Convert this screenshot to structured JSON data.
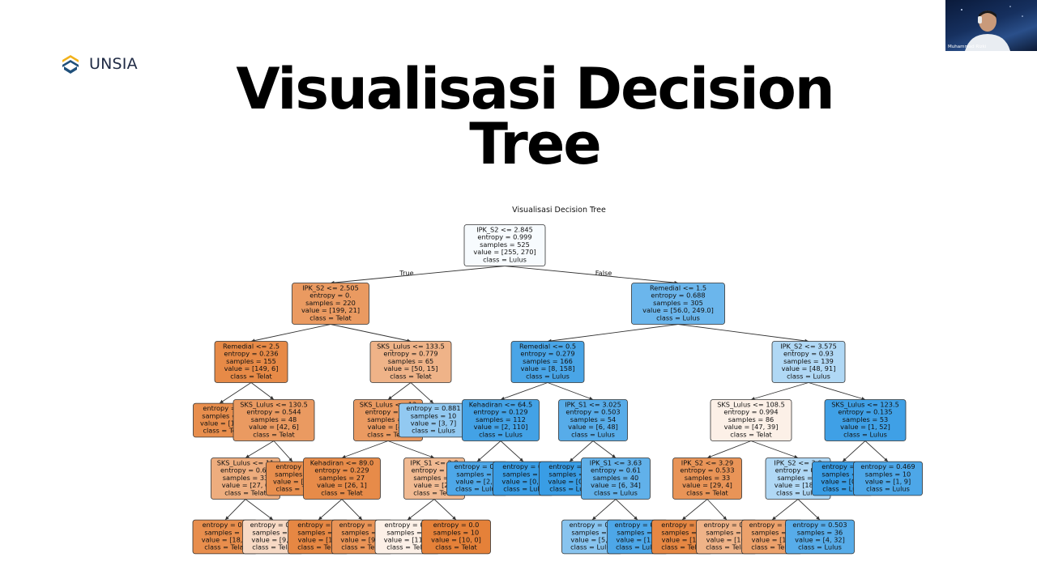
{
  "header": {
    "logo_text": "UNSIA",
    "title_line1": "Visualisasi Decision",
    "title_line2": "Tree"
  },
  "video_call": {
    "participant_name": "Muhammad Rizki"
  },
  "chart_data": {
    "type": "tree",
    "title": "Visualisasi Decision Tree",
    "edge_labels": [
      "True",
      "False"
    ],
    "colors": {
      "telat": "#e58139",
      "lulus": "#399de5",
      "border": "#333333"
    },
    "nodes": [
      {
        "id": "n0",
        "depth": 0,
        "lines": [
          "IPK_S2 <= 2.845",
          "entropy = 0.999",
          "samples = 525",
          "value = [255, 270]",
          "class = Lulus"
        ],
        "class": "Lulus",
        "purity": 0.03
      },
      {
        "id": "n1",
        "depth": 1,
        "parent": "n0",
        "lines": [
          "IPK_S2 <= 2.505",
          "entropy = 0.",
          "samples = 220",
          "value = [199, 21]",
          "class = Telat"
        ],
        "class": "Telat",
        "purity": 0.8
      },
      {
        "id": "n2",
        "depth": 1,
        "parent": "n0",
        "lines": [
          "Remedial <= 1.5",
          "entropy = 0.688",
          "samples = 305",
          "value = [56.0, 249.0]",
          "class = Lulus"
        ],
        "class": "Lulus",
        "purity": 0.75
      },
      {
        "id": "n3",
        "depth": 2,
        "parent": "n1",
        "lines": [
          "Remedial <= 2.5",
          "entropy = 0.236",
          "samples = 155",
          "value = [149, 6]",
          "class = Telat"
        ],
        "class": "Telat",
        "purity": 0.93
      },
      {
        "id": "n4",
        "depth": 2,
        "parent": "n1",
        "lines": [
          "SKS_Lulus <= 133.5",
          "entropy = 0.779",
          "samples = 65",
          "value = [50, 15]",
          "class = Telat"
        ],
        "class": "Telat",
        "purity": 0.6
      },
      {
        "id": "n5",
        "depth": 2,
        "parent": "n2",
        "lines": [
          "Remedial <= 0.5",
          "entropy = 0.279",
          "samples = 166",
          "value = [8, 158]",
          "class = Lulus"
        ],
        "class": "Lulus",
        "purity": 0.92
      },
      {
        "id": "n6",
        "depth": 2,
        "parent": "n2",
        "lines": [
          "IPK_S2 <= 3.575",
          "entropy = 0.93",
          "samples = 139",
          "value = [48, 91]",
          "class = Lulus"
        ],
        "class": "Lulus",
        "purity": 0.4
      },
      {
        "id": "n7",
        "depth": 3,
        "parent": "n3",
        "lines": [
          "entropy =",
          "samples =",
          "value = [10",
          "class = Te"
        ],
        "class": "Telat",
        "purity": 0.9
      },
      {
        "id": "n8",
        "depth": 3,
        "parent": "n3",
        "lines": [
          "SKS_Lulus <= 130.5",
          "entropy = 0.544",
          "samples = 48",
          "value = [42, 6]",
          "class = Telat"
        ],
        "class": "Telat",
        "purity": 0.8
      },
      {
        "id": "n9",
        "depth": 3,
        "parent": "n4",
        "lines": [
          "SKS_Lulus <= 13",
          "entropy = 0.5",
          "samples = 5",
          "value = [47,",
          "class = Telat"
        ],
        "class": "Telat",
        "purity": 0.8
      },
      {
        "id": "n10",
        "depth": 3,
        "parent": "n4",
        "lines": [
          "entropy = 0.881",
          "samples = 10",
          "value = [3, 7]",
          "class = Lulus"
        ],
        "class": "Lulus",
        "purity": 0.55
      },
      {
        "id": "n11",
        "depth": 3,
        "parent": "n5",
        "lines": [
          "Kehadiran <= 64.5",
          "entropy = 0.129",
          "samples = 112",
          "value = [2, 110]",
          "class = Lulus"
        ],
        "class": "Lulus",
        "purity": 0.95
      },
      {
        "id": "n12",
        "depth": 3,
        "parent": "n5",
        "lines": [
          "IPK_S1 <= 3.025",
          "entropy = 0.503",
          "samples = 54",
          "value = [6, 48]",
          "class = Lulus"
        ],
        "class": "Lulus",
        "purity": 0.85
      },
      {
        "id": "n13",
        "depth": 3,
        "parent": "n6",
        "lines": [
          "SKS_Lulus <= 108.5",
          "entropy = 0.994",
          "samples = 86",
          "value = [47, 39]",
          "class = Telat"
        ],
        "class": "Telat",
        "purity": 0.12
      },
      {
        "id": "n14",
        "depth": 3,
        "parent": "n6",
        "lines": [
          "SKS_Lulus <= 123.5",
          "entropy = 0.135",
          "samples = 53",
          "value = [1, 52]",
          "class = Lulus"
        ],
        "class": "Lulus",
        "purity": 0.97
      },
      {
        "id": "n15",
        "depth": 4,
        "parent": "n8",
        "lines": [
          "SKS_Lulus <= 11",
          "entropy = 0.68",
          "samples = 33",
          "value = [27, 6",
          "class = Telat"
        ],
        "class": "Telat",
        "purity": 0.65
      },
      {
        "id": "n16",
        "depth": 4,
        "parent": "n8",
        "lines": [
          "entropy =",
          "samples =",
          "value = [15",
          "class = Te"
        ],
        "class": "Telat",
        "purity": 0.9
      },
      {
        "id": "n17",
        "depth": 4,
        "parent": "n9",
        "lines": [
          "Kehadiran <= 89.0",
          "entropy = 0.229",
          "samples = 27",
          "value = [26, 1]",
          "class = Telat"
        ],
        "class": "Telat",
        "purity": 0.92
      },
      {
        "id": "n18",
        "depth": 4,
        "parent": "n9",
        "lines": [
          "IPK_S1 <= 2.8",
          "entropy = 0.8",
          "samples = 2",
          "value = [21,",
          "class = Telat"
        ],
        "class": "Telat",
        "purity": 0.55
      },
      {
        "id": "n19",
        "depth": 4,
        "parent": "n11",
        "lines": [
          "entropy = 0.4",
          "samples = 1",
          "value = [2, 1",
          "class = Lulus"
        ],
        "class": "Lulus",
        "purity": 0.9
      },
      {
        "id": "n20",
        "depth": 4,
        "parent": "n11",
        "lines": [
          "entropy = 0.",
          "samples = 9",
          "value = [0, 9",
          "class = Lulu"
        ],
        "class": "Lulus",
        "purity": 1
      },
      {
        "id": "n21",
        "depth": 4,
        "parent": "n12",
        "lines": [
          "entropy = 0.",
          "samples = 1",
          "value = [0, 1",
          "class = Lulu"
        ],
        "class": "Lulus",
        "purity": 1
      },
      {
        "id": "n22",
        "depth": 4,
        "parent": "n12",
        "lines": [
          "IPK_S1 <= 3.63",
          "entropy = 0.61",
          "samples = 40",
          "value = [6, 34]",
          "class = Lulus"
        ],
        "class": "Lulus",
        "purity": 0.8
      },
      {
        "id": "n23",
        "depth": 4,
        "parent": "n13",
        "lines": [
          "IPK_S2 <= 3.29",
          "entropy = 0.533",
          "samples = 33",
          "value = [29, 4]",
          "class = Telat"
        ],
        "class": "Telat",
        "purity": 0.85
      },
      {
        "id": "n24",
        "depth": 4,
        "parent": "n13",
        "lines": [
          "IPK_S2 <= 3.0",
          "entropy = 0.9",
          "samples = 5",
          "value = [18, 3",
          "class = Lulus"
        ],
        "class": "Lulus",
        "purity": 0.4
      },
      {
        "id": "n25",
        "depth": 4,
        "parent": "n14",
        "lines": [
          "entropy = 0.",
          "samples = 4",
          "value = [0, 4",
          "class = Lulu"
        ],
        "class": "Lulus",
        "purity": 1
      },
      {
        "id": "n26",
        "depth": 4,
        "parent": "n14",
        "lines": [
          "entropy = 0.469",
          "samples = 10",
          "value = [1, 9]",
          "class = Lulus"
        ],
        "class": "Lulus",
        "purity": 0.9
      },
      {
        "id": "n27",
        "depth": 5,
        "parent": "n15",
        "lines": [
          "entropy = 0.2",
          "samples = 1",
          "value = [18, 1",
          "class = Telat"
        ],
        "class": "Telat",
        "purity": 0.9
      },
      {
        "id": "n28",
        "depth": 5,
        "parent": "n15",
        "lines": [
          "entropy = 0.9",
          "samples = 1",
          "value = [9, 5",
          "class = Telat"
        ],
        "class": "Telat",
        "purity": 0.3
      },
      {
        "id": "n29",
        "depth": 5,
        "parent": "n17",
        "lines": [
          "entropy = 0.",
          "samples = 1",
          "value = [17,",
          "class = Telat"
        ],
        "class": "Telat",
        "purity": 0.95
      },
      {
        "id": "n30",
        "depth": 5,
        "parent": "n17",
        "lines": [
          "entropy = 0.4",
          "samples = 1",
          "value = [9, 1",
          "class = Telat"
        ],
        "class": "Telat",
        "purity": 0.85
      },
      {
        "id": "n31",
        "depth": 5,
        "parent": "n18",
        "lines": [
          "entropy = 0.9",
          "samples = 1",
          "value = [11, 1",
          "class = Telat"
        ],
        "class": "Telat",
        "purity": 0.12
      },
      {
        "id": "n32",
        "depth": 5,
        "parent": "n18",
        "lines": [
          "entropy = 0.0",
          "samples = 10",
          "value = [10, 0]",
          "class = Telat"
        ],
        "class": "Telat",
        "purity": 1
      },
      {
        "id": "n33",
        "depth": 5,
        "parent": "n22",
        "lines": [
          "entropy = 0.7",
          "samples = 2",
          "value = [5, 1",
          "class = Lulus"
        ],
        "class": "Lulus",
        "purity": 0.6
      },
      {
        "id": "n34",
        "depth": 5,
        "parent": "n22",
        "lines": [
          "entropy = 0.3",
          "samples = 1",
          "value = [1, 1",
          "class = Lulus"
        ],
        "class": "Lulus",
        "purity": 0.9
      },
      {
        "id": "n35",
        "depth": 5,
        "parent": "n23",
        "lines": [
          "entropy = 0.",
          "samples = 1",
          "value = [19,",
          "class = Telat"
        ],
        "class": "Telat",
        "purity": 0.95
      },
      {
        "id": "n36",
        "depth": 5,
        "parent": "n23",
        "lines": [
          "entropy = 0.8",
          "samples = 1",
          "value = [10,",
          "class = Telat"
        ],
        "class": "Telat",
        "purity": 0.6
      },
      {
        "id": "n37",
        "depth": 5,
        "parent": "n24",
        "lines": [
          "entropy = 0.6",
          "samples = 1",
          "value = [14,",
          "class = Telat"
        ],
        "class": "Telat",
        "purity": 0.75
      },
      {
        "id": "n38",
        "depth": 5,
        "parent": "n24",
        "lines": [
          "entropy = 0.503",
          "samples = 36",
          "value = [4, 32]",
          "class = Lulus"
        ],
        "class": "Lulus",
        "purity": 0.85
      }
    ]
  }
}
